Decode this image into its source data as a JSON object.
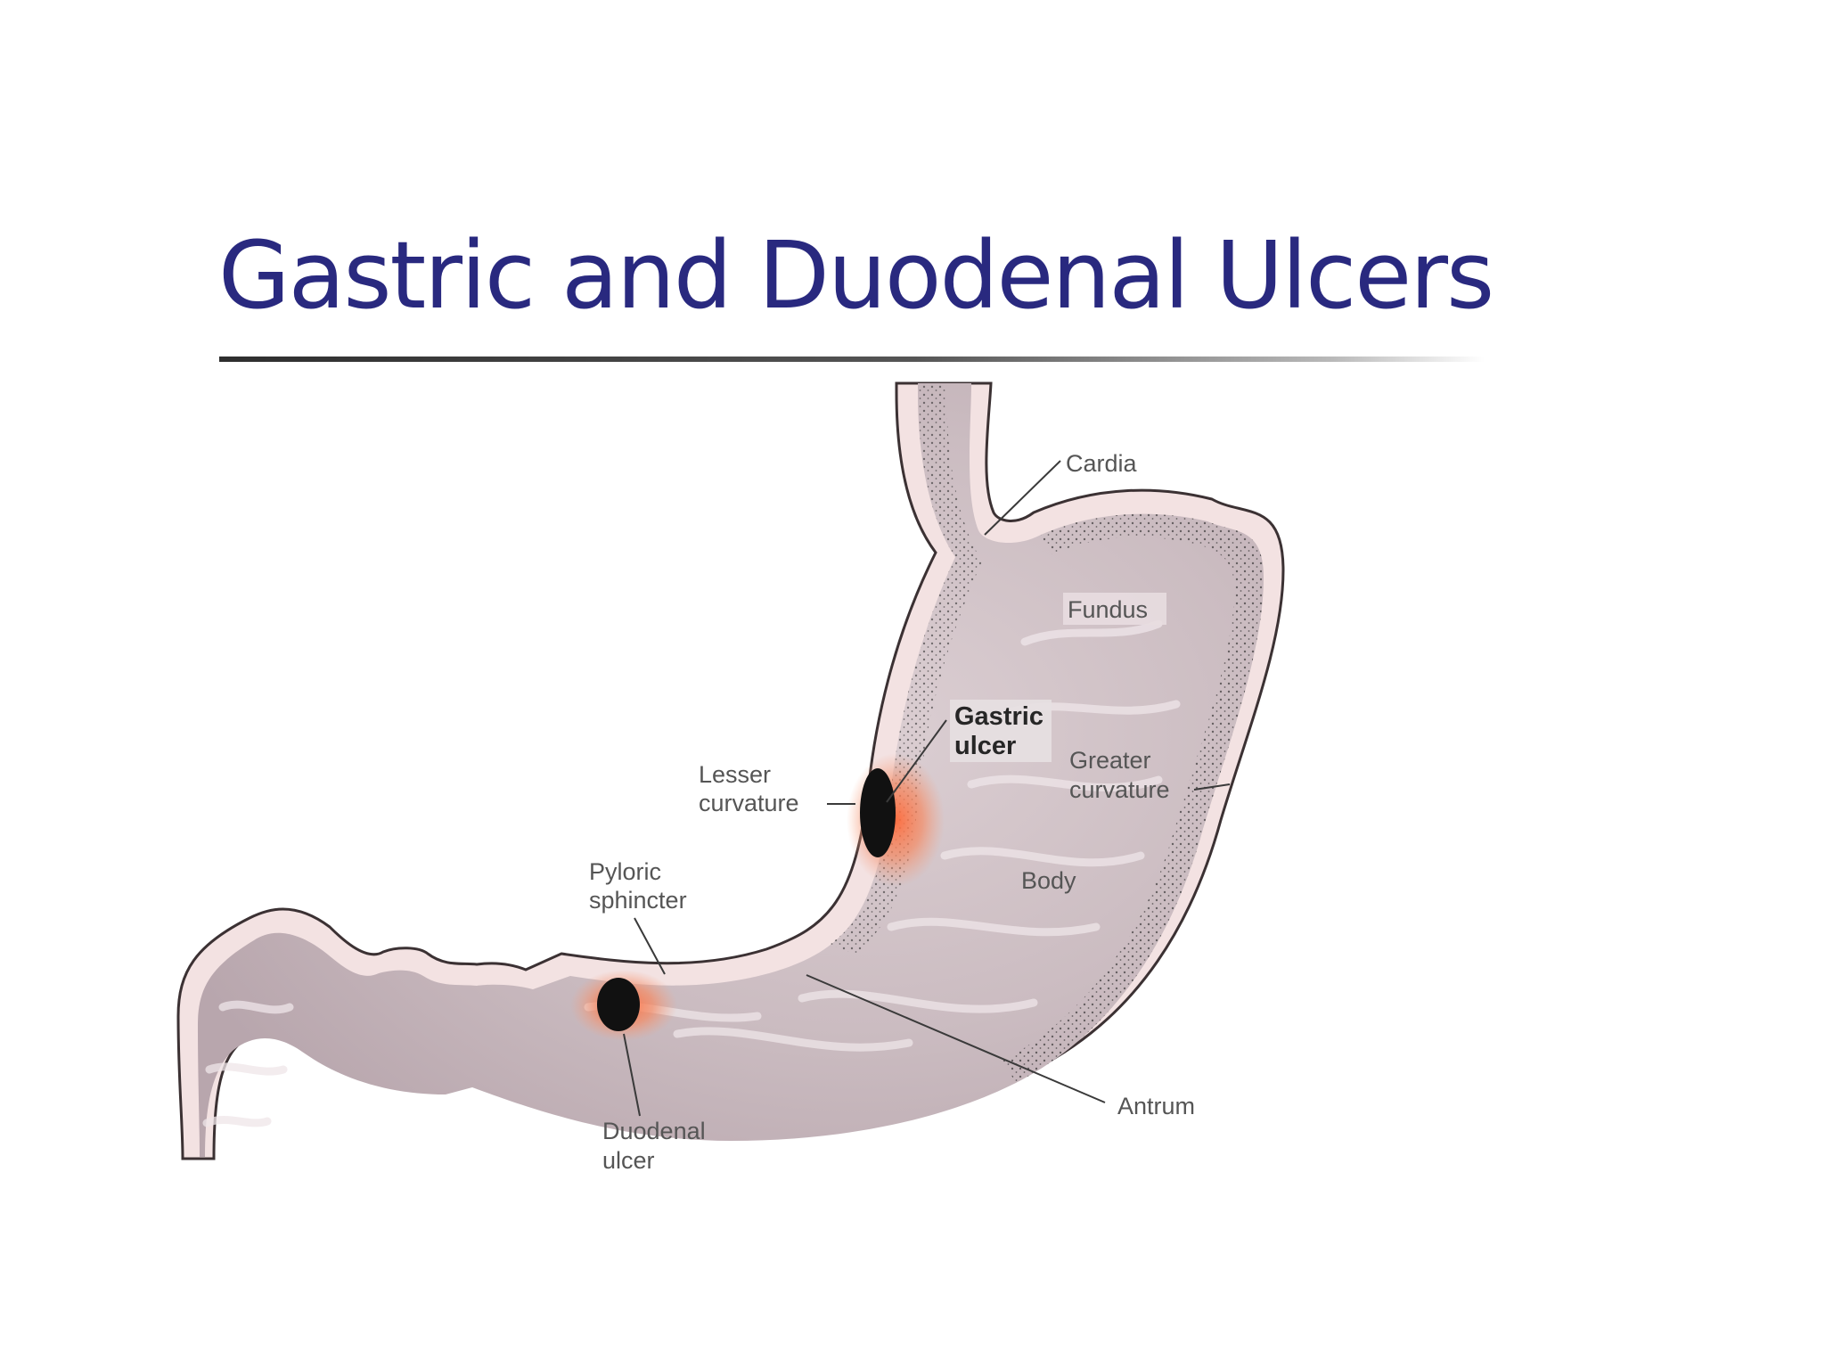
{
  "slide": {
    "title": "Gastric and Duodenal Ulcers"
  },
  "diagram": {
    "labels": {
      "cardia": "Cardia",
      "fundus": "Fundus",
      "gastric_ulcer_line1": "Gastric",
      "gastric_ulcer_line2": "ulcer",
      "lesser_curvature_line1": "Lesser",
      "lesser_curvature_line2": "curvature",
      "greater_curvature_line1": "Greater",
      "greater_curvature_line2": "curvature",
      "body": "Body",
      "pyloric_sphincter_line1": "Pyloric",
      "pyloric_sphincter_line2": "sphincter",
      "antrum": "Antrum",
      "duodenal_ulcer_line1": "Duodenal",
      "duodenal_ulcer_line2": "ulcer"
    }
  },
  "colors": {
    "title": "#29297f",
    "stomach_wall": "#efdcdc",
    "stomach_interior": "#c9b9bd",
    "ulcer_core": "#111111",
    "ulcer_halo": "#f07a55"
  }
}
